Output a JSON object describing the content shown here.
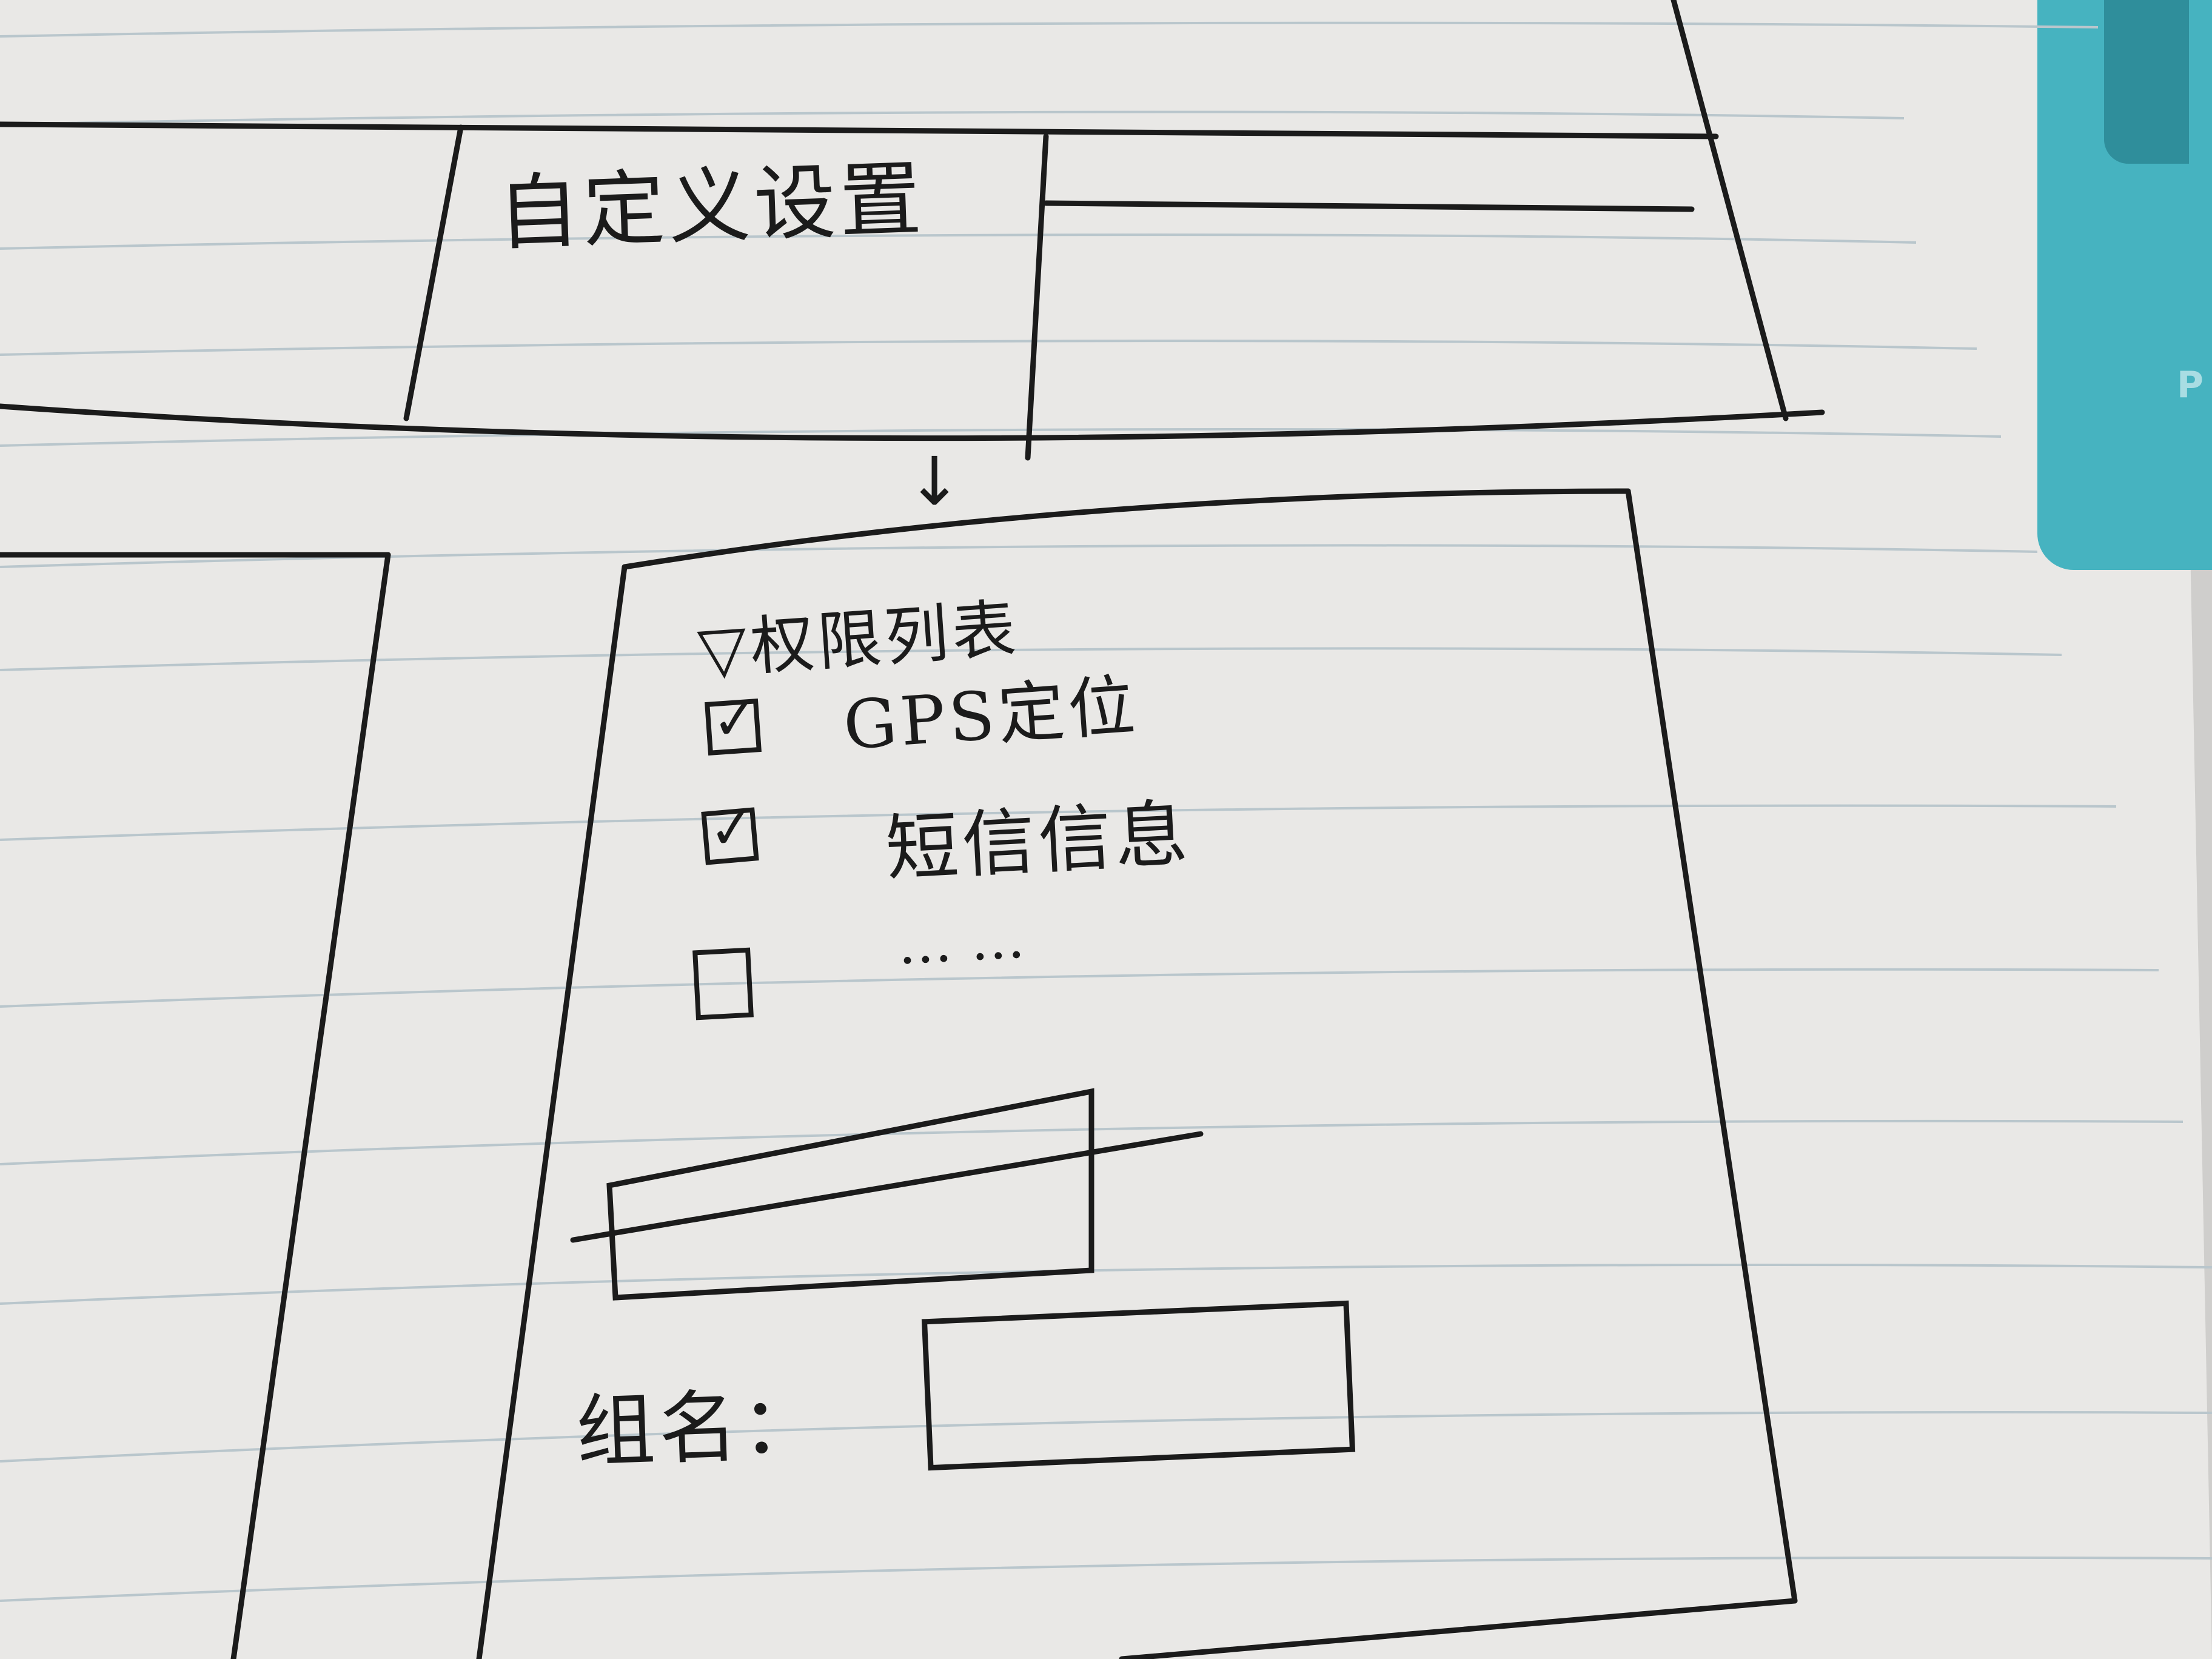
{
  "top_panel": {
    "title": "自定义设置"
  },
  "flow_arrow": {
    "glyph": "↓"
  },
  "permissions_panel": {
    "header_glyph": "▽",
    "header": "权限列表",
    "items": [
      {
        "label": "GPS定位",
        "checked": true
      },
      {
        "label": "短信信息",
        "checked": true
      },
      {
        "label": "……",
        "checked": false
      }
    ],
    "check_glyph": "✓",
    "group_label": "组名："
  }
}
